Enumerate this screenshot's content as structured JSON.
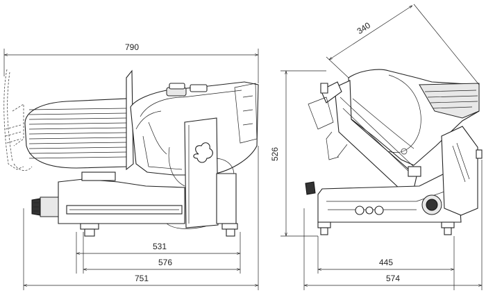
{
  "front_view": {
    "dims": {
      "overall_width": "790",
      "feet_inner": "531",
      "feet_outer": "576",
      "base_width": "751"
    }
  },
  "side_view": {
    "dims": {
      "blade": "340",
      "height": "526",
      "feet": "445",
      "depth": "574"
    }
  }
}
